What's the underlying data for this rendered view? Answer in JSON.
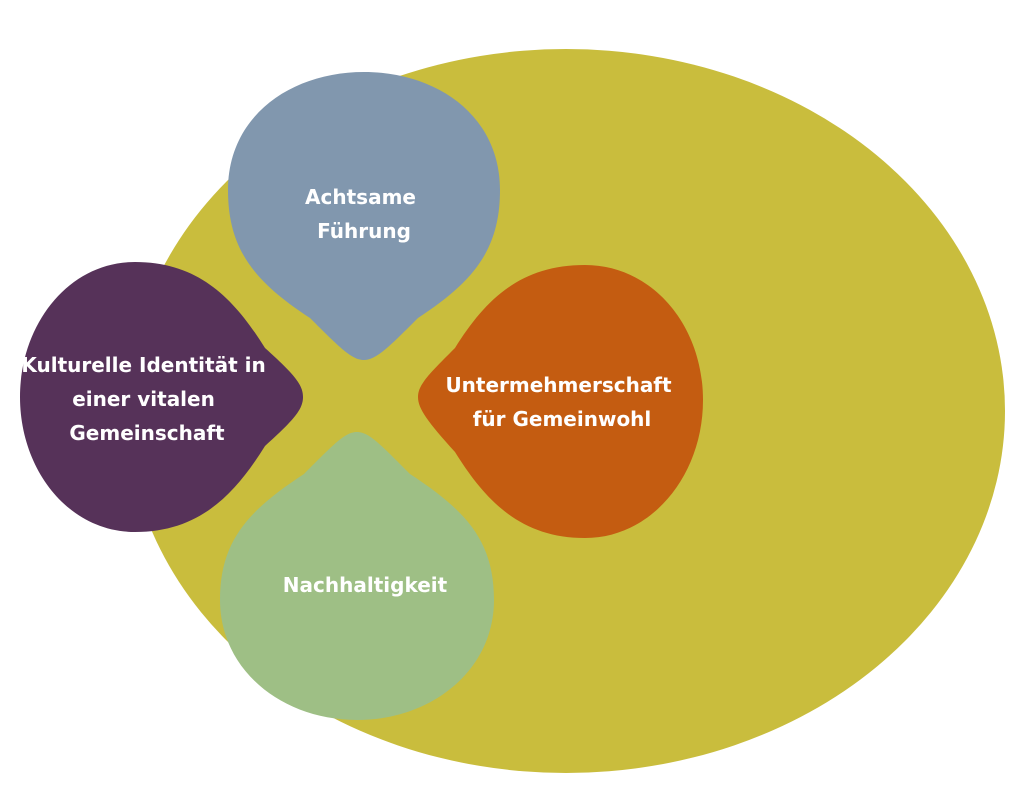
{
  "colors": {
    "background_ellipse": "#c9bd3d",
    "petal_top": "#8197ae",
    "petal_left": "#563259",
    "petal_right": "#c45c11",
    "petal_bottom": "#9ebf85",
    "label_top": "#f1e9ee",
    "label_left": "#ffffff",
    "label_right": "#ffffff",
    "label_bottom": "#ffffff"
  },
  "petals": {
    "top": {
      "lines": [
        "Achtsame",
        "Führung"
      ]
    },
    "left": {
      "lines": [
        "Kulturelle Identität in",
        "einer vitalen",
        "Gemeinschaft"
      ]
    },
    "right": {
      "lines": [
        "Untermehmerschaft",
        "für Gemeinwohl"
      ]
    },
    "bottom": {
      "lines": [
        "Nachhaltigkeit"
      ]
    }
  }
}
